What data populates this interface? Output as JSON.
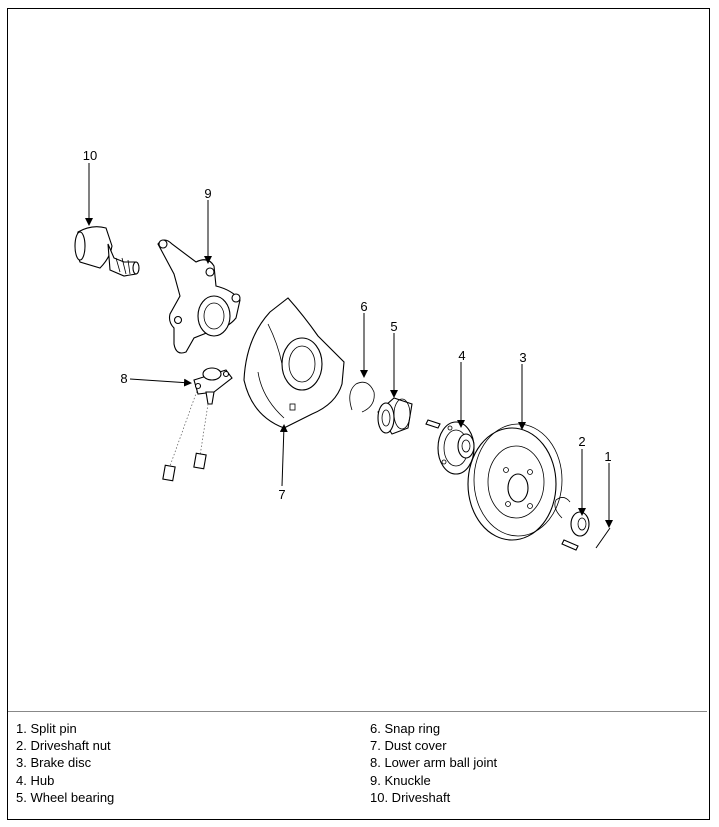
{
  "callouts": [
    "1",
    "2",
    "3",
    "4",
    "5",
    "6",
    "7",
    "8",
    "9",
    "10"
  ],
  "legend": {
    "left": [
      "1. Split pin",
      "2. Driveshaft nut",
      "3. Brake disc",
      "4. Hub",
      "5. Wheel bearing"
    ],
    "right": [
      "6. Snap ring",
      "7. Dust cover",
      "8. Lower arm ball joint",
      "9. Knuckle",
      "10. Driveshaft"
    ]
  }
}
